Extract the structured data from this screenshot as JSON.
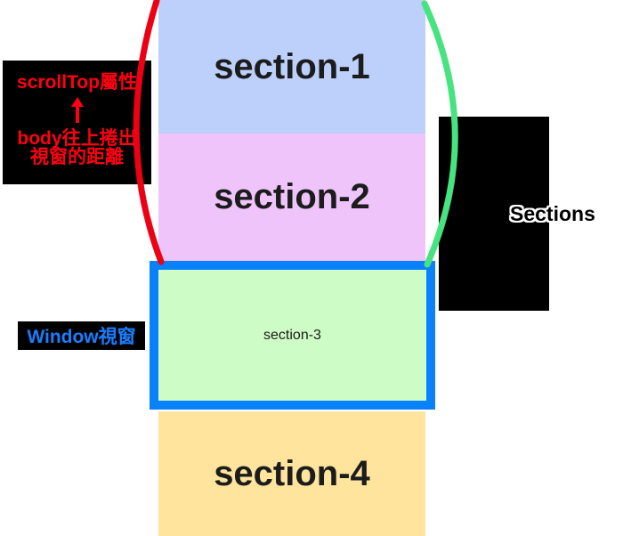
{
  "sections": [
    {
      "label": "section-1",
      "color": "#bdcffb"
    },
    {
      "label": "section-2",
      "color": "#efc4fb"
    },
    {
      "label": "section-3",
      "color": "#cefcc6"
    },
    {
      "label": "section-4",
      "color": "#fee49d"
    }
  ],
  "section_label_color": "#1c1c1c",
  "scrolltop_callout": {
    "bg_color": "#000000",
    "text_color": "#ff0012",
    "title": "scrollTop屬性",
    "arrow_icon": "up-arrow",
    "desc_line1": "body往上捲出",
    "desc_line2": "視窗的距離"
  },
  "window_callout": {
    "bg_color": "#000000",
    "text_color": "#1a7eff",
    "label": "Window視窗"
  },
  "sections_callout": {
    "bg_color": "#000000",
    "label": "Sections"
  },
  "viewport": {
    "border_color": "#0981fb"
  },
  "braces": {
    "left_color": "#ec0013",
    "right_color": "#47e380"
  }
}
